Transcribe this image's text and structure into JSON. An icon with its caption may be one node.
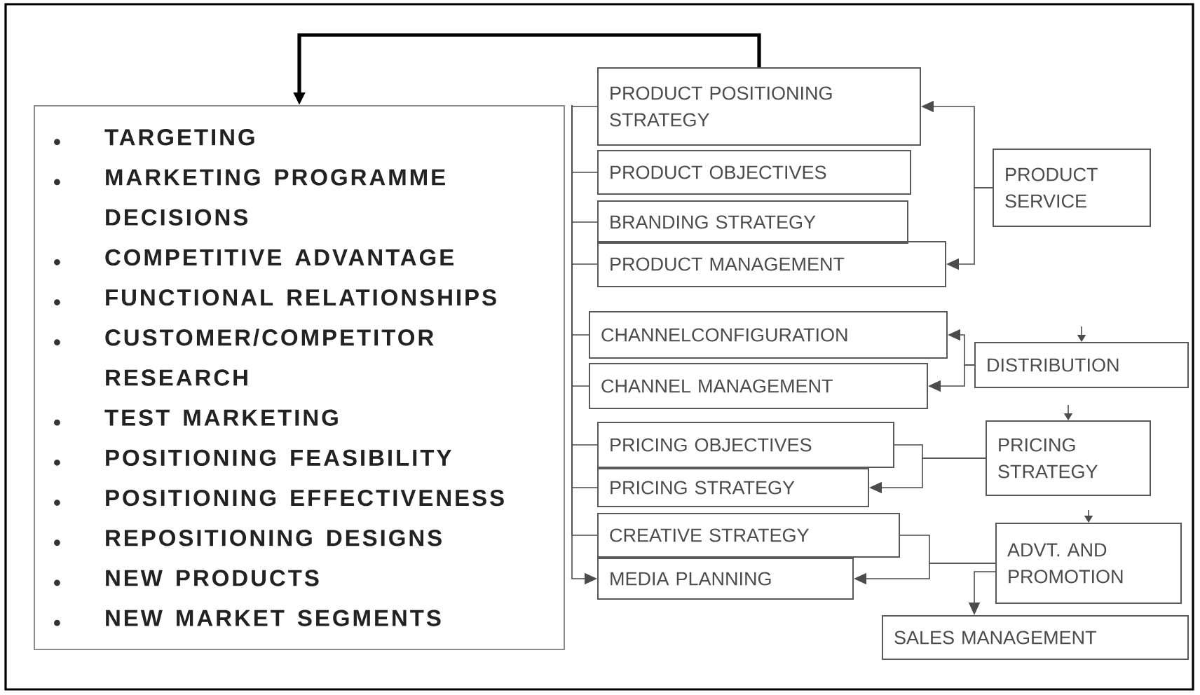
{
  "diagram": {
    "nodes": [
      {
        "text": [
          "TARGETING",
          "MARKETING PROGRAMME DECISIONS",
          "COMPETITIVE ADVANTAGE",
          "FUNCTIONAL RELATIONSHIPS",
          "CUSTOMER/COMPETITOR RESEARCH",
          "TEST MARKETING",
          "POSITIONING FEASIBILITY",
          "POSITIONING EFFECTIVENESS",
          "REPOSITIONING DESIGNS",
          "NEW PRODUCTS",
          "NEW MARKET SEGMENTS"
        ]
      },
      {
        "text": [
          "PRODUCT POSITIONING STRATEGY"
        ]
      },
      {
        "text": [
          "PRODUCT OBJECTIVES"
        ]
      },
      {
        "text": [
          "BRANDING STRATEGY"
        ]
      },
      {
        "text": [
          "PRODUCT MANAGEMENT"
        ]
      },
      {
        "text": [
          "PRODUCT SERVICE"
        ]
      },
      {
        "text": [
          "CHANNELCONFIGURATION"
        ]
      },
      {
        "text": [
          "CHANNEL MANAGEMENT"
        ]
      },
      {
        "text": [
          "DISTRIBUTION"
        ]
      },
      {
        "text": [
          "PRICING OBJECTIVES"
        ]
      },
      {
        "text": [
          "PRICING STRATEGY"
        ]
      },
      {
        "text": [
          "PRICING STRATEGY"
        ]
      },
      {
        "text": [
          "CREATIVE STRATEGY"
        ]
      },
      {
        "text": [
          "MEDIA PLANNING"
        ]
      },
      {
        "text": [
          "ADVT. AND PROMOTION"
        ]
      },
      {
        "text": [
          "SALES MANAGEMENT"
        ]
      }
    ],
    "edges": [
      {
        "from": 1,
        "to": 0,
        "arrow": "to",
        "style": "thick"
      },
      {
        "from": 0,
        "to": 1,
        "arrow": "none"
      },
      {
        "from": 0,
        "to": 2,
        "arrow": "none"
      },
      {
        "from": 0,
        "to": 3,
        "arrow": "none"
      },
      {
        "from": 0,
        "to": 4,
        "arrow": "none"
      },
      {
        "from": 0,
        "to": 6,
        "arrow": "none"
      },
      {
        "from": 0,
        "to": 7,
        "arrow": "none"
      },
      {
        "from": 0,
        "to": 9,
        "arrow": "none"
      },
      {
        "from": 0,
        "to": 10,
        "arrow": "none"
      },
      {
        "from": 0,
        "to": 12,
        "arrow": "none"
      },
      {
        "from": 0,
        "to": 13,
        "arrow": "to"
      },
      {
        "from": 5,
        "to": 1,
        "arrow": "to"
      },
      {
        "from": 5,
        "to": 4,
        "arrow": "to"
      },
      {
        "from": 8,
        "to": 6,
        "arrow": "to"
      },
      {
        "from": 8,
        "to": 7,
        "arrow": "to"
      },
      {
        "from": null,
        "to": 8,
        "arrow": "to"
      },
      {
        "from": 11,
        "to": 9,
        "arrow": "none"
      },
      {
        "from": 11,
        "to": 10,
        "arrow": "to"
      },
      {
        "from": null,
        "to": 11,
        "arrow": "to"
      },
      {
        "from": 14,
        "to": 12,
        "arrow": "none"
      },
      {
        "from": 14,
        "to": 13,
        "arrow": "to"
      },
      {
        "from": null,
        "to": 14,
        "arrow": "to"
      },
      {
        "from": 14,
        "to": 15,
        "arrow": "to"
      }
    ]
  }
}
